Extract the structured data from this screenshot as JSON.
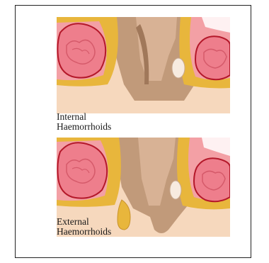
{
  "captions": [
    {
      "line1": "Internal",
      "line2": "Haemorrhoids"
    },
    {
      "line1": "External",
      "line2": "Haemorrhoids"
    }
  ],
  "colors": {
    "background": "#f6d8bd",
    "canal": "#c19a7a",
    "canal_light": "#d8b295",
    "fat": "#e8b63c",
    "tissue": "#f3868f",
    "hemorrhoid": "#ee7e8c",
    "hemorrhoid_outline": "#b4182a"
  }
}
